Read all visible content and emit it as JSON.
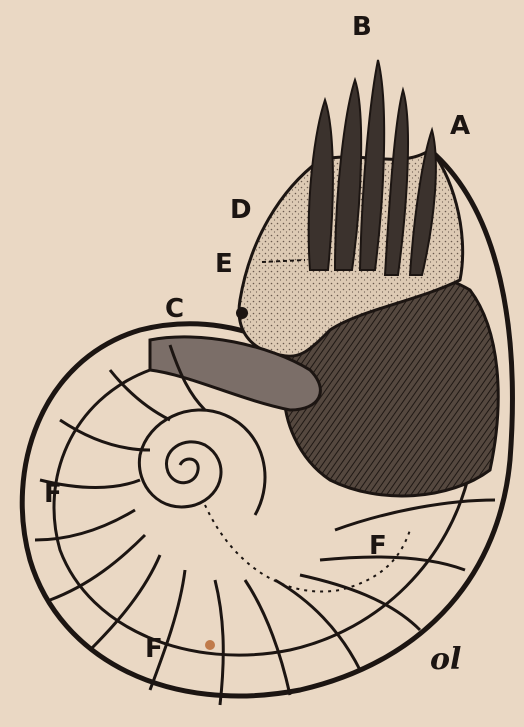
{
  "labels": {
    "a": "A",
    "b": "B",
    "c": "C",
    "d": "D",
    "e": "E",
    "f1": "F",
    "f2": "F",
    "f3": "F"
  },
  "signature": "ol",
  "colors": {
    "paper": "#ead8c4",
    "ink": "#1c1512",
    "shell_body": "#4a3f3a",
    "hood": "#d9c7b2",
    "funnel": "#7b6e68"
  }
}
